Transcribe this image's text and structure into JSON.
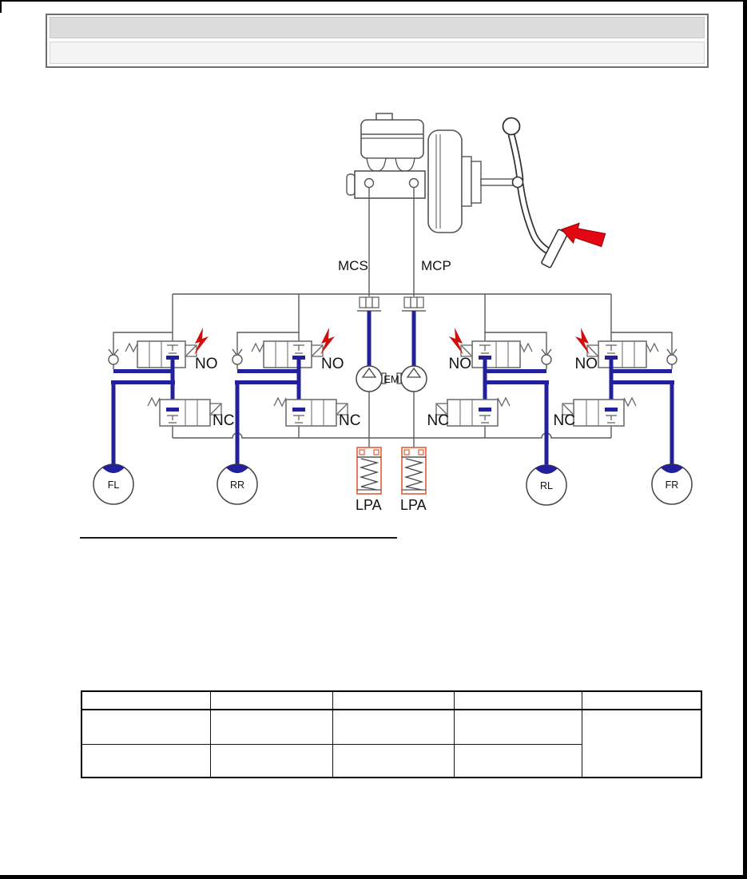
{
  "page": {
    "background": "#ffffff",
    "border_color": "#000000"
  },
  "header": {
    "bar1_text": "",
    "bar2_text": ""
  },
  "diagram": {
    "labels": {
      "mcs": "MCS",
      "mcp": "MCP",
      "em": "EM",
      "lpa1": "LPA",
      "lpa2": "LPA"
    },
    "branches": [
      {
        "valve_top": "NO",
        "valve_bottom": "NC",
        "wheel": "FL"
      },
      {
        "valve_top": "NO",
        "valve_bottom": "NC",
        "wheel": "RR"
      },
      {
        "valve_top": "NO",
        "valve_bottom": "NC",
        "wheel": "RL"
      },
      {
        "valve_top": "NO",
        "valve_bottom": "NC",
        "wheel": "FR"
      }
    ],
    "colors": {
      "hydraulic_line": "#22219B",
      "schematic_line": "#5a5a5a",
      "accumulator_outline": "#E0714F",
      "solenoid_alert": "#CC1010",
      "pedal_arrow": "#E30613"
    }
  },
  "table": {
    "columns": [
      "",
      "",
      "",
      "",
      ""
    ],
    "rows": [
      [
        "",
        "",
        "",
        "",
        ""
      ],
      [
        "",
        "",
        "",
        ""
      ]
    ]
  }
}
